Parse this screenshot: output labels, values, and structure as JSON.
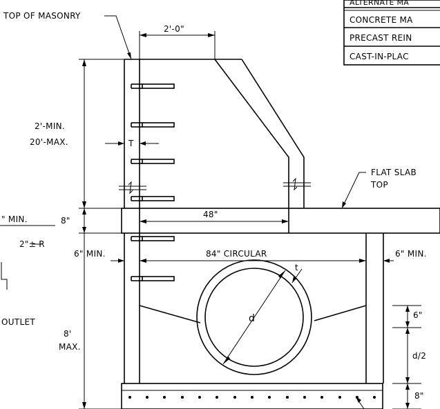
{
  "labels": {
    "top_of_masonry": "TOP OF MASONRY",
    "dim_2ft_0in": "2'-0\"",
    "min_2ft": "2'-MIN.",
    "max_20ft": "20'-MAX.",
    "t_label": "T",
    "dim_8in": "8\"",
    "dim_48in": "48\"",
    "six_min_left": "6\" MIN.",
    "six_min_right": "6\" MIN.",
    "circular_84": "84\" CIRCULAR",
    "flat_slab": "FLAT SLAB",
    "top": "TOP",
    "pipe_t": "t",
    "pipe_d": "d",
    "dim_8ft": "8'",
    "max": "MAX.",
    "dim_6in": "6\"",
    "d_half": "d/2",
    "dim_8in_bottom": "8\"",
    "left_min": "\" MIN.",
    "left_radius": "2\"± R",
    "outlet": "OUTLET"
  },
  "table": {
    "rows": [
      "ALTERNATE MA",
      "CONCRETE MA",
      "PRECAST REIN",
      "CAST-IN-PLAC"
    ]
  }
}
